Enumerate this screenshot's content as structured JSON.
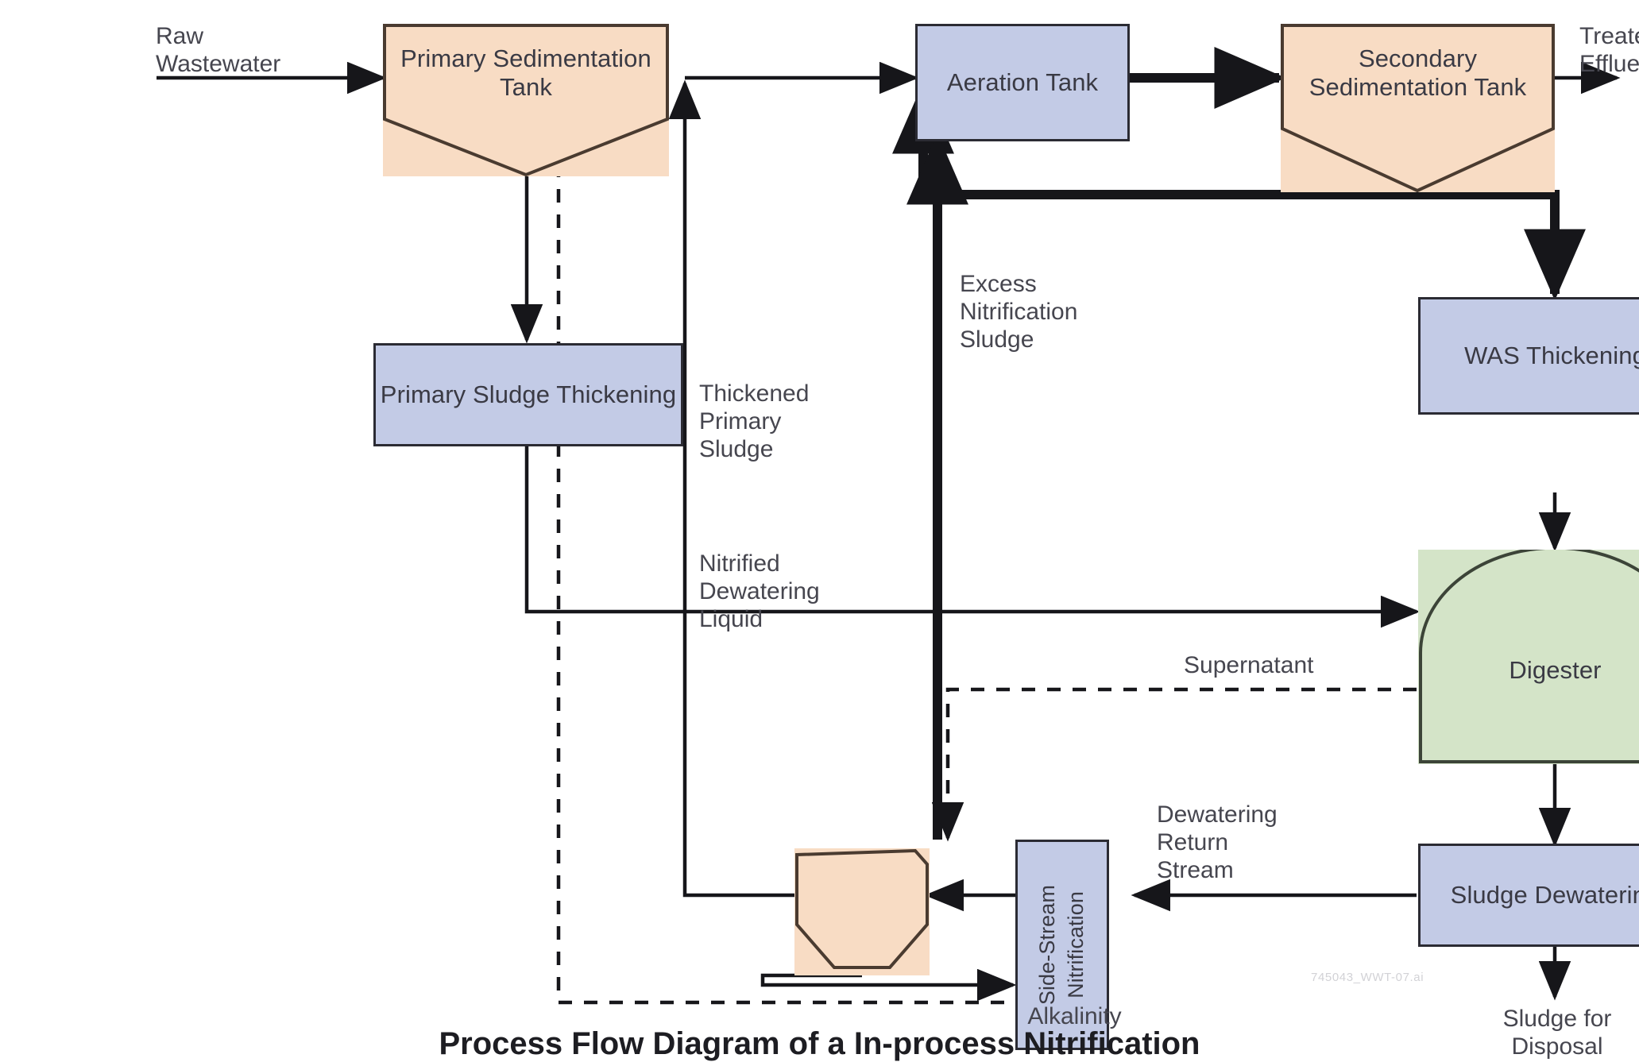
{
  "diagram": {
    "title": "Process Flow Diagram of a In-process Nitrification",
    "artwork_code": "745043_WWT-07.ai",
    "colors": {
      "peach_fill": "#f8dcc4",
      "blue_fill": "#c3cbe6",
      "green_fill": "#d4e4c8",
      "stroke": "#2b2b33",
      "text": "#3a3a44",
      "background": "#ffffff"
    },
    "nodes": [
      {
        "id": "primary-sedimentation-tank",
        "label": "Primary\nSedimentation\nTank",
        "shape": "hopper",
        "color": "peach"
      },
      {
        "id": "aeration-tank",
        "label": "Aeration\nTank",
        "shape": "rect",
        "color": "blue"
      },
      {
        "id": "secondary-sedimentation-tank",
        "label": "Secondary\nSedimentation\nTank",
        "shape": "hopper",
        "color": "peach"
      },
      {
        "id": "primary-sludge-thickening",
        "label": "Primary Sludge\nThickening",
        "shape": "rect",
        "color": "blue"
      },
      {
        "id": "was-thickening",
        "label": "WAS\nThickening",
        "shape": "rect",
        "color": "blue"
      },
      {
        "id": "digester",
        "label": "Digester",
        "shape": "dome",
        "color": "green"
      },
      {
        "id": "side-stream-nitrification",
        "label_line_1": "Side-Stream",
        "label_line_2": "Nitrification",
        "shape": "rect-vertical-text",
        "color": "blue"
      },
      {
        "id": "side-stream-clarifier",
        "label": "",
        "shape": "hopper",
        "color": "peach"
      },
      {
        "id": "sludge-dewatering",
        "label": "Sludge\nDewatering",
        "shape": "rect",
        "color": "blue"
      }
    ],
    "stream_labels": [
      {
        "id": "raw-wastewater",
        "text": "Raw\nWastewater"
      },
      {
        "id": "treated-effluent",
        "text": "Treated\nEffluent"
      },
      {
        "id": "excess-nitrification-sludge",
        "text": "Excess\nNitrification\nSludge"
      },
      {
        "id": "thickened-primary-sludge",
        "text": "Thickened\nPrimary\nSludge"
      },
      {
        "id": "nitrified-dewatering-liquid",
        "text": "Nitrified\nDewatering\nLiquid"
      },
      {
        "id": "supernatant",
        "text": "Supernatant"
      },
      {
        "id": "dewatering-return-stream",
        "text": "Dewatering\nReturn\nStream"
      },
      {
        "id": "alkalinity",
        "text": "Alkalinity"
      },
      {
        "id": "sludge-for-disposal",
        "text": "Sludge for\nDisposal"
      }
    ]
  }
}
